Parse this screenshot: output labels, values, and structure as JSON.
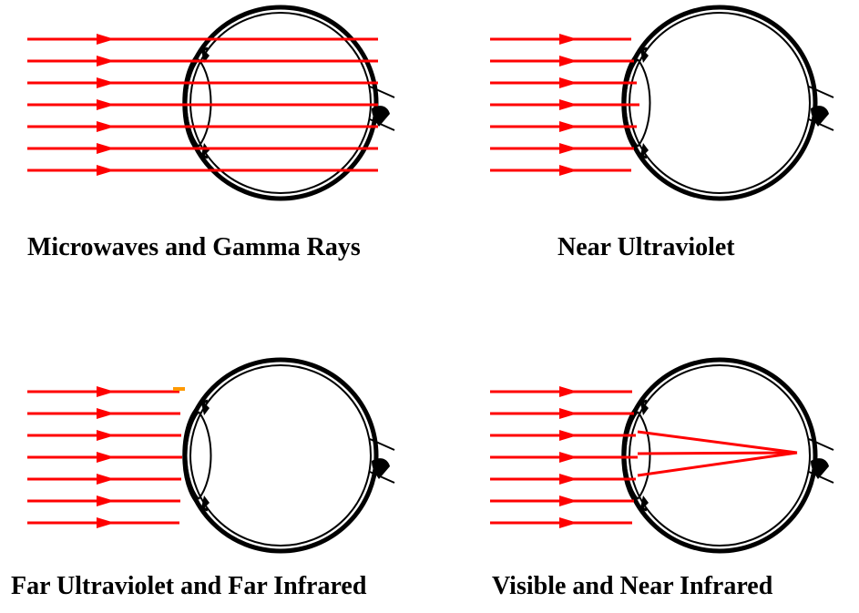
{
  "colors": {
    "ray": "#ff0000",
    "eye_outline": "#000000",
    "absorbed_highlight": "#ff9900",
    "background": "#ffffff"
  },
  "panels": [
    {
      "key": "microwaves-gamma",
      "caption": "Microwaves and Gamma Rays",
      "behavior": "pass-through"
    },
    {
      "key": "near-ultraviolet",
      "caption": "Near Ultraviolet",
      "behavior": "absorbed-at-lens"
    },
    {
      "key": "far-uv-far-ir",
      "caption": "Far Ultraviolet and Far Infrared",
      "behavior": "absorbed-at-cornea"
    },
    {
      "key": "visible-near-ir",
      "caption": "Visible and Near Infrared",
      "behavior": "focused-on-retina"
    }
  ]
}
